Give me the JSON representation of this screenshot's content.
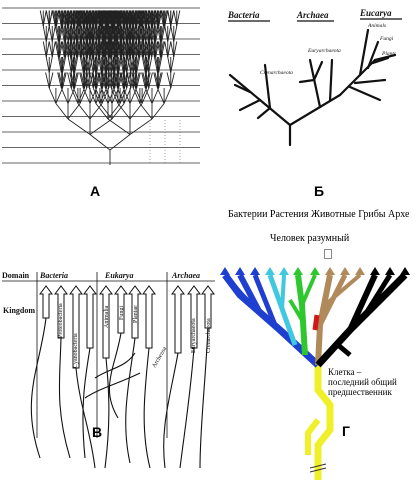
{
  "panels": {
    "a": {
      "label": "А"
    },
    "b": {
      "label": "Б",
      "domains": [
        "Bacteria",
        "Archaea",
        "Eucarya"
      ],
      "branch_labels": [
        "Animals",
        "Fungi",
        "Plants",
        "Euryarchaeota",
        "Crenarchaeota"
      ]
    },
    "v": {
      "label": "В",
      "row_labels": [
        "Domain",
        "Kingdom"
      ],
      "domains": [
        "Bacteria",
        "Eukarya",
        "Archaea"
      ],
      "kingdoms": [
        "Proteobacteria",
        "Cyanobacteria",
        "Animalia",
        "Fungi",
        "Plantae",
        "Archezoa",
        "Euryarchaeota",
        "Crenarchaeota"
      ]
    },
    "g": {
      "label": "Г",
      "top_labels": [
        "Бактерии",
        "Растения",
        "Животные",
        "Грибы",
        "Архе"
      ],
      "human_label": "Человек разумный",
      "cell_label_lines": [
        "Клетка –",
        "последний общий",
        "предшественник"
      ],
      "colors": [
        "#1f3fd0",
        "#40c8e0",
        "#2ec82e",
        "#b08a5a",
        "#000000",
        "#f0f028",
        "#d01818"
      ]
    }
  }
}
